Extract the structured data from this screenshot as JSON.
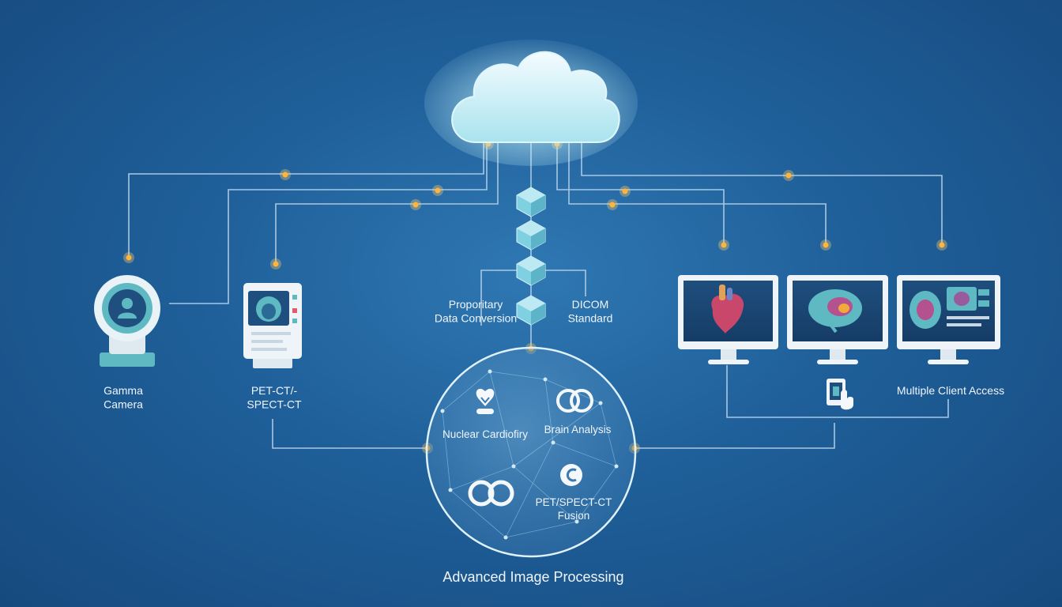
{
  "sources": {
    "gamma_camera": "Gamma\nCamera",
    "pet_spect_ct": "PET-CT/-\nSPECT-CT"
  },
  "conversion": {
    "proprietary": "Proporitary\nData Conversion",
    "dicom": "DICOM\nStandard"
  },
  "processing": {
    "title": "Advanced Image Processing",
    "modules": {
      "nuclear_cardiology": "Nuclear Cardiofiry",
      "brain_analysis": "Brain Analysis",
      "fusion": "PET/SPECT-CT\nFusion"
    }
  },
  "clients": {
    "label": "Multiple Client Access"
  },
  "colors": {
    "background": "#1f5f99",
    "wire": "#a9c7e2",
    "node": "#ffb43a",
    "cube": "#7fd0e0",
    "teal": "#5fb9c2"
  }
}
